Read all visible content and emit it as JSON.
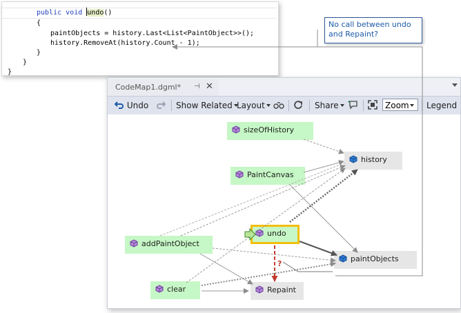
{
  "code": {
    "lines": [
      "public void undo()",
      "{",
      "    paintObjects = history.Last<List<PaintObject>>();",
      "    history.RemoveAt(history.Count - 1);",
      "}",
      "}",
      "}"
    ],
    "keywords": [
      "public",
      "void"
    ],
    "highlight_word": "undo"
  },
  "callout": {
    "text_line1": "No call between undo",
    "text_line2": "and Repaint?"
  },
  "window": {
    "tab_title": "CodeMap1.dgml*",
    "toolbar": {
      "undo_label": "Undo",
      "show_related_label": "Show Related",
      "layout_label": "Layout",
      "share_label": "Share",
      "zoom_value": "Zoom",
      "legend_label": "Legend"
    }
  },
  "graph": {
    "nodes": {
      "sizeOfHistory": "sizeOfHistory",
      "history": "history",
      "PaintCanvas": "PaintCanvas",
      "undo": "undo",
      "addPaintObject": "addPaintObject",
      "paintObjects": "paintObjects",
      "clear": "clear",
      "Repaint": "Repaint"
    },
    "question_mark": "?"
  },
  "colors": {
    "method_node": "#c6f7c6",
    "field_node": "#e6e6e6",
    "selected_border": "#f3bf0b",
    "missing_call": "#c0392b",
    "callout_border": "#2b5797"
  }
}
